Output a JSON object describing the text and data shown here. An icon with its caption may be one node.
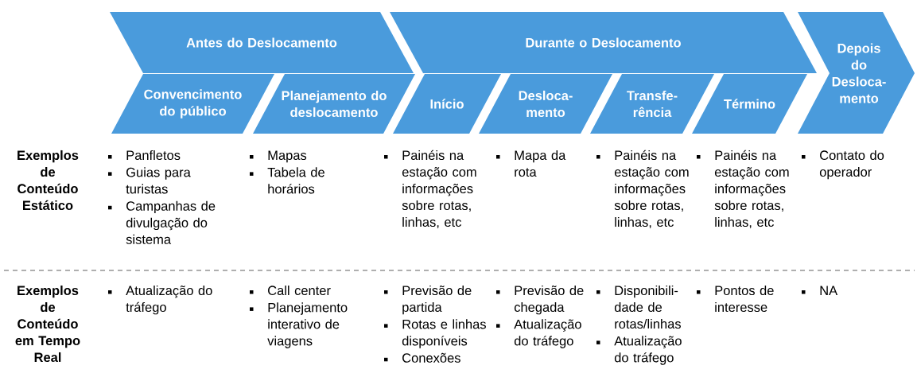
{
  "diagram": {
    "nodes": [
      {
        "text": [
          "Antes do Deslocamento"
        ]
      },
      {
        "text": [
          "Durante o Deslocamento"
        ]
      },
      {
        "text": [
          "Depois do Desloca- mento"
        ]
      },
      {
        "text": [
          "Convencimento do público"
        ]
      },
      {
        "text": [
          "Planejamento do deslocamento"
        ]
      },
      {
        "text": [
          "Início"
        ]
      },
      {
        "text": [
          "Desloca- mento"
        ]
      },
      {
        "text": [
          "Transfe- rência"
        ]
      },
      {
        "text": [
          "Término"
        ]
      }
    ],
    "labels": [
      "Exemplos de Conteúdo Estático",
      "Panfletos",
      "Guias para turistas",
      "Campanhas de divulgação do sistema",
      "Mapas",
      "Tabela de horários",
      "Painéis na estação com informações sobre rotas, linhas, etc",
      "Mapa da rota",
      "Painéis na estação com informações sobre rotas, linhas, etc",
      "Painéis na estação com informações sobre rotas, linhas, etc",
      "Contato do operador",
      "Exemplos de Conteúdo em Tempo Real",
      "Atualização do tráfego",
      "Call center",
      "Planejamento interativo de viagens",
      "Previsão de partida",
      "Rotas e linhas disponíveis",
      "Conexões",
      "Previsão de chegada",
      "Atualização do tráfego",
      "Disponibili- dade de rotas/linhas",
      "Atualização do tráfego",
      "Pontos de interesse",
      "NA"
    ]
  }
}
